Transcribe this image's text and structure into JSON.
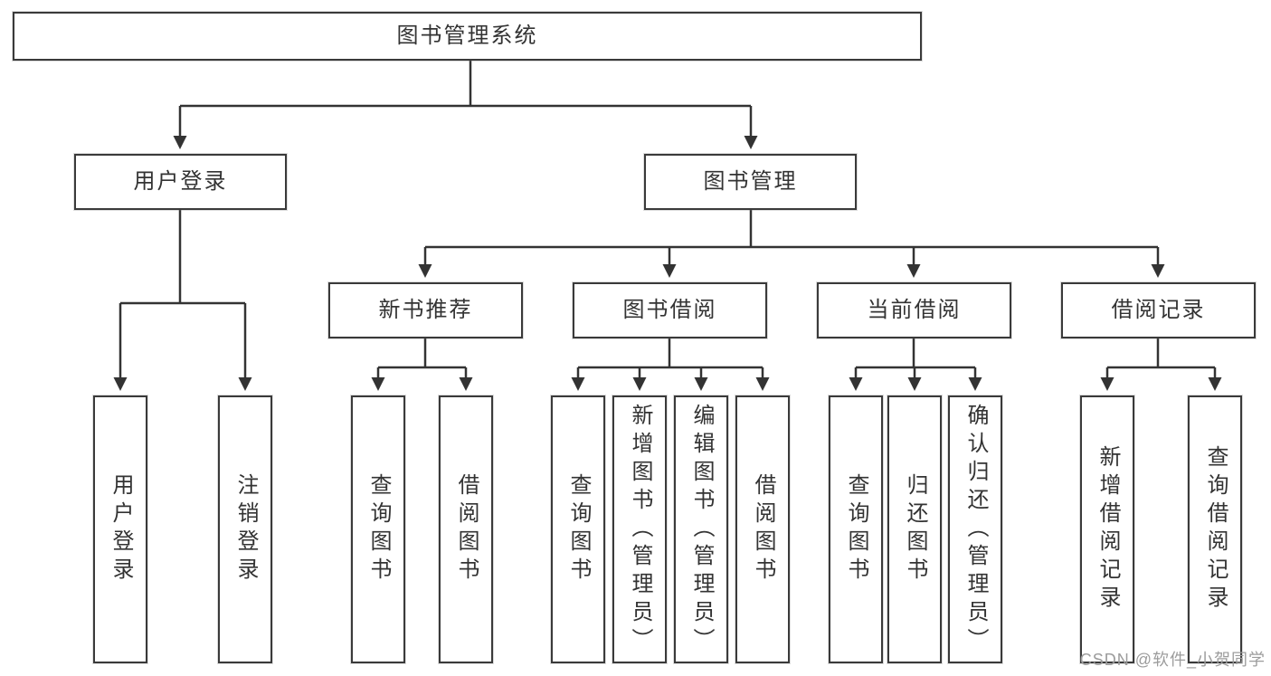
{
  "diagram": {
    "type": "hierarchy-tree",
    "colors": {
      "background": "#ffffff",
      "line": "#333333",
      "box_border": "#3a3a3a",
      "text": "#333333",
      "watermark": "#9c9c9c"
    },
    "nodes": {
      "root": {
        "label": "图书管理系统"
      },
      "level2": [
        {
          "id": "user-login",
          "label": "用户登录"
        },
        {
          "id": "book-management",
          "label": "图书管理"
        }
      ],
      "level3": [
        {
          "id": "new-book-recommend",
          "label": "新书推荐"
        },
        {
          "id": "book-borrowing",
          "label": "图书借阅"
        },
        {
          "id": "current-borrowing",
          "label": "当前借阅"
        },
        {
          "id": "borrowing-records",
          "label": "借阅记录"
        }
      ],
      "leaves": [
        {
          "id": "user-login-leaf",
          "parent": "user-login",
          "label": "用户登录"
        },
        {
          "id": "logout",
          "parent": "user-login",
          "label": "注销登录"
        },
        {
          "id": "query-books-recommend",
          "parent": "new-book-recommend",
          "label": "查询图书"
        },
        {
          "id": "borrow-books-recommend",
          "parent": "new-book-recommend",
          "label": "借阅图书"
        },
        {
          "id": "query-books-borrowing",
          "parent": "book-borrowing",
          "label": "查询图书"
        },
        {
          "id": "add-books-admin",
          "parent": "book-borrowing",
          "label": "新增图书（管理员）"
        },
        {
          "id": "edit-books-admin",
          "parent": "book-borrowing",
          "label": "编辑图书（管理员）"
        },
        {
          "id": "borrow-books",
          "parent": "book-borrowing",
          "label": "借阅图书"
        },
        {
          "id": "query-books-current",
          "parent": "current-borrowing",
          "label": "查询图书"
        },
        {
          "id": "return-books",
          "parent": "current-borrowing",
          "label": "归还图书"
        },
        {
          "id": "confirm-return-admin",
          "parent": "current-borrowing",
          "label": "确认归还（管理员）"
        },
        {
          "id": "add-borrow-record",
          "parent": "borrowing-records",
          "label": "新增借阅记录"
        },
        {
          "id": "query-borrow-record",
          "parent": "borrowing-records",
          "label": "查询借阅记录"
        }
      ]
    },
    "watermark": {
      "text": "CSDN @软件_小贺同学"
    }
  }
}
